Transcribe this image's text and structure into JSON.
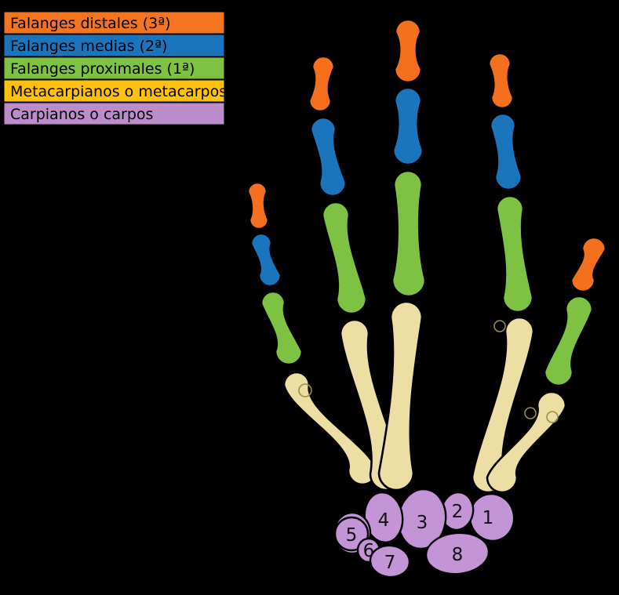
{
  "legend": {
    "items": [
      {
        "label": "Falanges distales (3ª)",
        "color": "#F4741F"
      },
      {
        "label": "Falanges medias (2ª)",
        "color": "#1B75BC"
      },
      {
        "label": "Falanges proximales (1ª)",
        "color": "#7DC242"
      },
      {
        "label": "Metacarpianos o metacarpos",
        "color": "#FEC10E"
      },
      {
        "label": "Carpianos o carpos",
        "color": "#BC8CCB"
      }
    ]
  },
  "bones": {
    "colors": {
      "distal_phalanx": "#F4701F",
      "middle_phalanx": "#1B75BC",
      "proximal_phalanx": "#7DC242",
      "metacarpal": "#EDDFA4",
      "carpal": "#C394D6",
      "outline": "#000000",
      "sesamoid_ring": "#9C8B4A"
    }
  },
  "carpals": {
    "numbers": [
      "1",
      "2",
      "3",
      "4",
      "5",
      "6",
      "7",
      "8"
    ]
  },
  "background_color": "#000000"
}
